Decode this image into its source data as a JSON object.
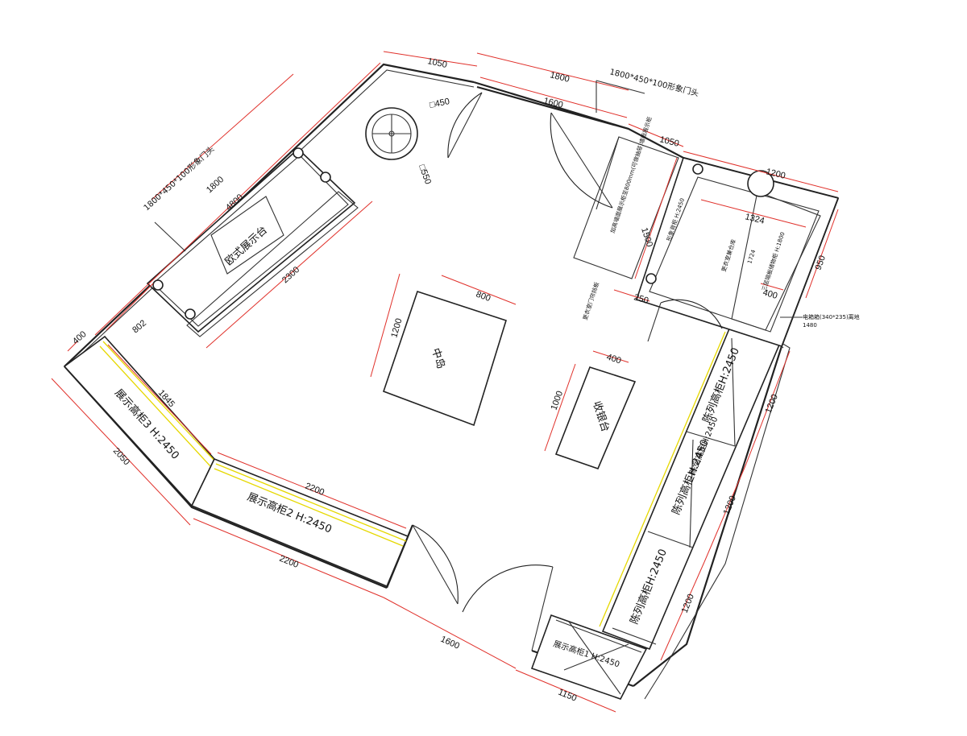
{
  "labels": {
    "door_head_top": "1800*450*100形象门头",
    "door_head_left": "1800*450*100形象门头",
    "euro_table": "欧式展示台",
    "center_island": "中岛",
    "cashier": "收银台",
    "display3": "展示高柜3 H:2450",
    "display2": "展示高柜2 H:2450",
    "display1": "展示高柜1 H:2450",
    "show_a": "陈列高柜H:2450",
    "show_b": "陈列高柜H:2450",
    "show_c": "陈列高柜H:2450",
    "show_d": "陈列高柜H:2450",
    "floor_cab_note": "加高墙面展示柜至800mm(可做抽屉)墙面展示柜",
    "square_shelf": "形象背柜 H:2450",
    "storage_room": "更衣室兼仓库",
    "storage_cab": "三层隔板储物柜 H:1800",
    "fit_door": "更衣室门帘挡板",
    "elec_box": "电箱箱(340*235)离地",
    "elec_h": "1480",
    "tag_1": "1724"
  },
  "dims": {
    "d1050a": "1050",
    "d1800a": "1800",
    "d1600a": "1600",
    "d450": "□450",
    "d550": "□550",
    "d1050b": "1050",
    "d1200a": "1200",
    "d1500": "1500",
    "d1324": "1324",
    "d950": "950",
    "d400a": "400",
    "d250": "250",
    "d1800b": "1800",
    "d4800": "4800",
    "d2300": "2300",
    "d802": "802",
    "d400b": "400",
    "d800": "800",
    "d1200b": "1200",
    "d400c": "400",
    "d1000": "1000",
    "d1845": "1845",
    "d2050": "2050",
    "d2200a": "2200",
    "d2200b": "2200",
    "d1600b": "1600",
    "d1150": "1150",
    "d1200c": "1200",
    "d1200d": "1200",
    "d1200e": "1200"
  }
}
